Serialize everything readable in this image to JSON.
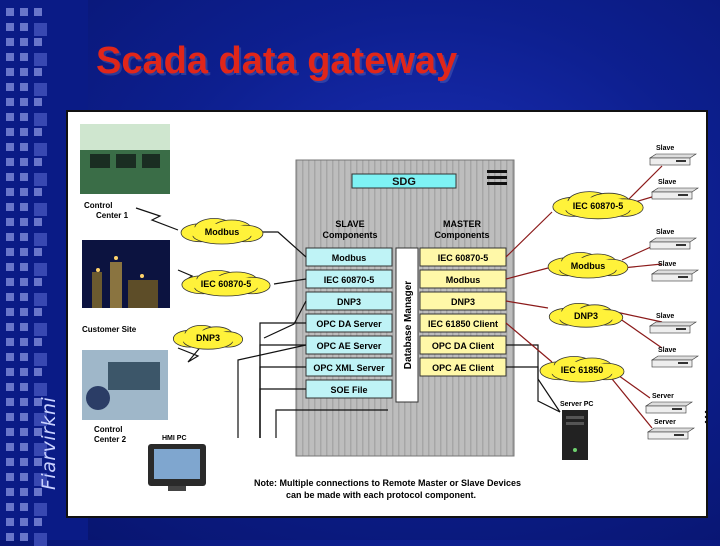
{
  "slide": {
    "title": "Scada data gateway",
    "brand": "Fiarvirkni"
  },
  "diagram": {
    "sdg_label": "SDG",
    "slave_header": [
      "SLAVE",
      "Components"
    ],
    "master_header": [
      "MASTER",
      "Components"
    ],
    "database_manager": "Database Manager",
    "slave_components": [
      "Modbus",
      "IEC 60870-5",
      "DNP3",
      "OPC DA Server",
      "OPC AE Server",
      "OPC XML Server",
      "SOE File"
    ],
    "master_components": [
      "IEC 60870-5",
      "Modbus",
      "DNP3",
      "IEC 61850 Client",
      "OPC DA Client",
      "OPC AE Client"
    ],
    "left_clouds": [
      "Modbus",
      "IEC 60870-5",
      "DNP3"
    ],
    "right_clouds": [
      "IEC 60870-5",
      "Modbus",
      "DNP3",
      "IEC 61850"
    ],
    "left_sites": [
      "Control Center 1",
      "Customer Site",
      "Control Center 2"
    ],
    "control_center_1": [
      "Control",
      "Center 1"
    ],
    "customer_site": "Customer Site",
    "control_center_2": [
      "Control",
      "Center 2"
    ],
    "hmi_pc": "HMI PC",
    "server_pc": "Server PC",
    "devices": [
      "Slave",
      "Slave",
      "Slave",
      "Slave",
      "Slave",
      "Slave",
      "Server",
      "Server"
    ],
    "note": [
      "Note:  Multiple connections to Remote Master or Slave Devices",
      "can be made with each protocol component."
    ]
  },
  "colors": {
    "title": "#e0261a",
    "slave_box": "#bff3f6",
    "master_box": "#fff8a8",
    "cloud": "#fff23a",
    "sdg": "#7ef2f4",
    "link": "#8b1a1a"
  }
}
